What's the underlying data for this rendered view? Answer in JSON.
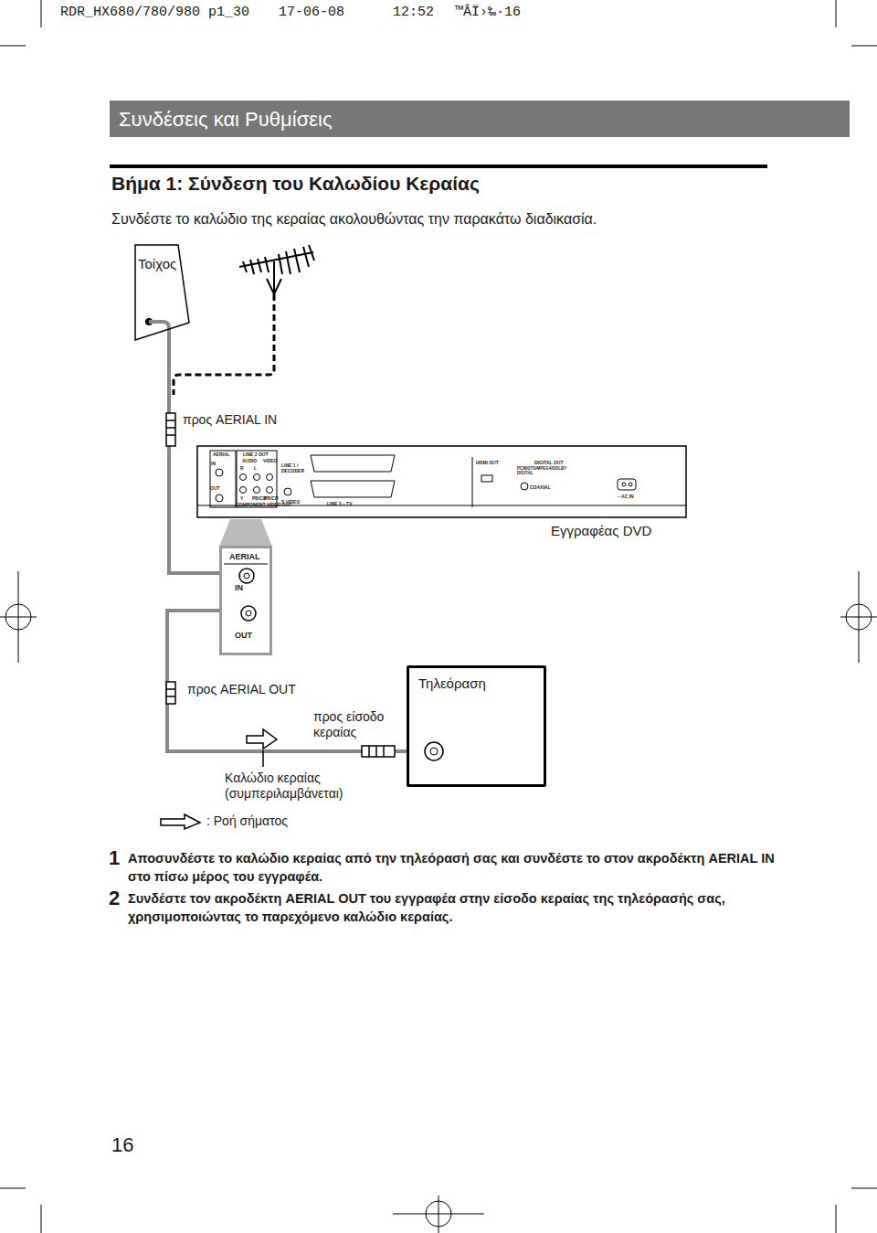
{
  "diagram": {
    "title": "Βήμα 1: Σύνδεση του Καλωδίου Κεραίας",
    "nodes": [
      {
        "text": [
          "Συνδέσεις και Ρυθμίσεις"
        ]
      },
      {
        "text": [
          "Τοίχος"
        ]
      },
      {
        "text": [
          "Εγγραφέας DVD"
        ]
      },
      {
        "text": [
          "AERIAL",
          "IN",
          "OUT"
        ]
      },
      {
        "text": [
          "Τηλεόραση"
        ]
      }
    ],
    "edges": [
      {
        "from": 1,
        "to": 3,
        "arrow": "none"
      },
      {
        "from": 3,
        "to": 4,
        "arrow": "none"
      }
    ],
    "labels": [
      "RDR_HX680/780/980 p1_30",
      "17-06-08",
      "12:52",
      "™ÂÏ›‰·16",
      "Συνδέστε το καλώδιο της κεραίας ακολουθώντας την παρακάτω διαδικασία.",
      "προς AERIAL IN",
      "AERIAL",
      "IN",
      "OUT",
      "LINE 2 OUT",
      "AUDIO",
      "R",
      "L",
      "VIDEO",
      "LINE 1 / DECODER",
      "Y",
      "PB/CB",
      "PR/CR",
      "COMPONENT VIDEO OUT",
      "S VIDEO",
      "LINE 3 – TV",
      "HDMI OUT",
      "DIGITAL OUT",
      "PCM/DTS/MPEG4/DOLBY DIGITAL",
      "COAXIAL",
      "~ AC IN",
      "προς AERIAL OUT",
      "προς είσοδο κεραίας",
      "Καλώδιο κεραίας (συμπεριλαμβάνεται)",
      "1",
      "Αποσυνδέστε το καλώδιο κεραίας από την τηλεόρασή σας και συνδέστε το στον ακροδέκτη AERIAL IN στο πίσω μέρος του εγγραφέα.",
      "2",
      "Συνδέστε τον ακροδέκτη AERIAL OUT του εγγραφέα στην είσοδο κεραίας της τηλεόρασής σας, χρησιμοποιώντας το παρεχόμενο καλώδιο κεραίας.",
      "16"
    ],
    "legend": [
      {
        "text": ": Ροή σήματος"
      }
    ]
  }
}
